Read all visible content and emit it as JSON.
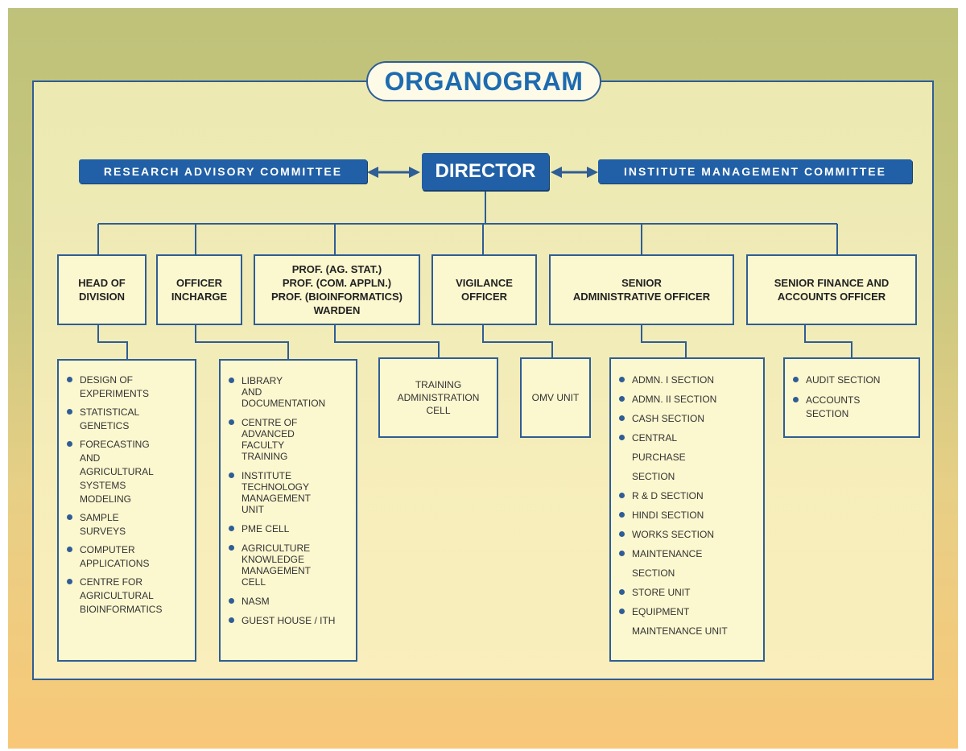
{
  "title": "ORGANOGRAM",
  "director": "DIRECTOR",
  "left_committee": "RESEARCH ADVISORY COMMITTEE",
  "right_committee": "INSTITUTE MANAGEMENT COMMITTEE",
  "heads": [
    {
      "lines": [
        "HEAD OF",
        "DIVISION"
      ]
    },
    {
      "lines": [
        "OFFICER",
        "INCHARGE"
      ]
    },
    {
      "lines": [
        "PROF. (AG. STAT.)",
        "PROF. (COM. APPLN.)",
        "PROF. (BIOINFORMATICS)",
        "WARDEN"
      ]
    },
    {
      "lines": [
        "VIGILANCE",
        "OFFICER"
      ]
    },
    {
      "lines": [
        "SENIOR",
        "ADMINISTRATIVE OFFICER"
      ]
    },
    {
      "lines": [
        "SENIOR FINANCE AND",
        "ACCOUNTS OFFICER"
      ]
    }
  ],
  "division_units": [
    [
      "DESIGN OF",
      "EXPERIMENTS"
    ],
    [
      "STATISTICAL",
      "GENETICS"
    ],
    [
      "FORECASTING",
      "AND",
      "AGRICULTURAL",
      "SYSTEMS",
      "MODELING"
    ],
    [
      "SAMPLE",
      "SURVEYS"
    ],
    [
      "COMPUTER",
      "APPLICATIONS"
    ],
    [
      "CENTRE FOR",
      "AGRICULTURAL",
      "BIOINFORMATICS"
    ]
  ],
  "officer_units": [
    [
      "LIBRARY",
      "AND",
      "DOCUMENTATION"
    ],
    [
      "CENTRE OF",
      "ADVANCED",
      "FACULTY",
      "TRAINING"
    ],
    [
      "INSTITUTE",
      "TECHNOLOGY",
      " MANAGEMENT",
      "UNIT"
    ],
    [
      "PME CELL"
    ],
    [
      "AGRICULTURE",
      "KNOWLEDGE",
      "MANAGEMENT",
      "CELL"
    ],
    [
      "NASM"
    ],
    [
      "GUEST HOUSE / ITH"
    ]
  ],
  "training_cell": [
    "TRAINING",
    "ADMINISTRATION",
    "CELL"
  ],
  "omv_unit": "OMV UNIT",
  "admin_units": [
    [
      "ADMN. I SECTION"
    ],
    [
      "ADMN. II SECTION"
    ],
    [
      "CASH SECTION"
    ],
    [
      "CENTRAL",
      "PURCHASE",
      "SECTION"
    ],
    [
      "R & D SECTION"
    ],
    [
      "HINDI SECTION"
    ],
    [
      "WORKS SECTION"
    ],
    [
      "MAINTENANCE",
      "SECTION"
    ],
    [
      "STORE UNIT"
    ],
    [
      "EQUIPMENT",
      "MAINTENANCE UNIT"
    ]
  ],
  "finance_units": [
    [
      "AUDIT SECTION"
    ],
    [
      "ACCOUNTS",
      "SECTION"
    ]
  ],
  "colors": {
    "box_border": "#2f5d95",
    "banner": "#2160a6",
    "title": "#1d6bb0"
  }
}
